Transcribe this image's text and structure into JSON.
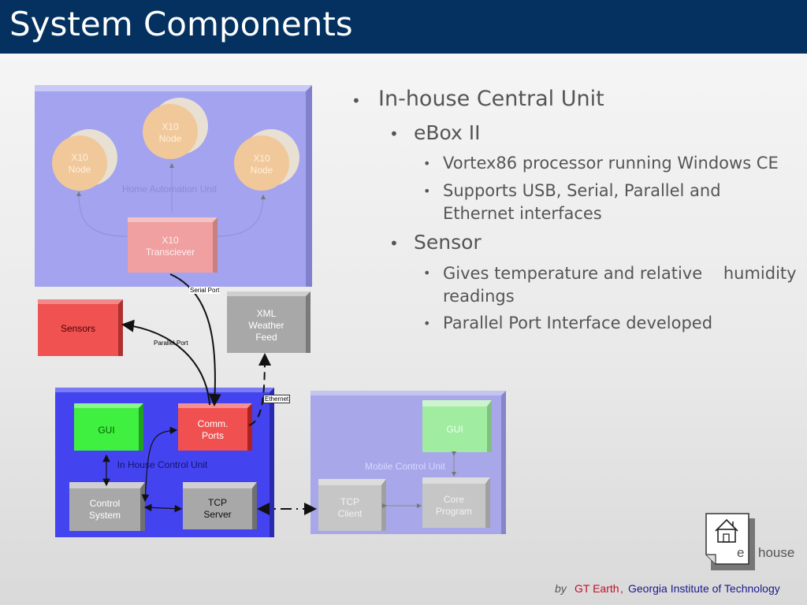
{
  "slide": {
    "title": "System Components"
  },
  "diagram": {
    "home_automation_unit": {
      "label": "Home Automation Unit",
      "nodes": [
        "X10\nNode",
        "X10\nNode",
        "X10\nNode"
      ],
      "transceiver": "X10\nTransciever"
    },
    "sensors": "Sensors",
    "xml_weather_feed": "XML\nWeather\nFeed",
    "in_house_control_unit": {
      "label": "In House Control Unit",
      "gui": "GUI",
      "comm_ports": "Comm.\nPorts",
      "control_system": "Control\nSystem",
      "tcp_server": "TCP\nServer"
    },
    "mobile_control_unit": {
      "label": "Mobile Control Unit",
      "gui": "GUI",
      "tcp_client": "TCP\nClient",
      "core_program": "Core\nProgram"
    },
    "connections": {
      "serial_port": "Serial Port",
      "parallel_port": "Parallel Port",
      "ethernet": "Ethernet"
    }
  },
  "bullets": {
    "l1": "In-house Central Unit",
    "ebox": "eBox II",
    "ebox_items": [
      "Vortex86 processor running Windows CE",
      "Supports USB, Serial, Parallel and",
      "Ethernet interfaces"
    ],
    "sensor": "Sensor",
    "sensor_items": [
      "Gives temperature and relative    humidity",
      "readings",
      "Parallel Port Interface developed"
    ]
  },
  "logo": {
    "text_e": "e",
    "text_house": "house"
  },
  "footer": {
    "by": "by",
    "org1": "GT Earth",
    "comma": ",",
    "org2": "Georgia Institute of Technology"
  },
  "colors": {
    "title_bar": "#04315f",
    "home_unit": "#a3a3ef",
    "in_house_unit": "#4343f0",
    "mobile_unit": "#a7a7ea",
    "x10_node": "#f0c89a",
    "transceiver": "#f0a0a0",
    "sensors": "#f05252",
    "gui_green": "#40f040",
    "comm_ports": "#f05050",
    "gray_box": "#a8a8a8",
    "footer_red": "#c0102a",
    "footer_blue": "#1a1a8c"
  }
}
